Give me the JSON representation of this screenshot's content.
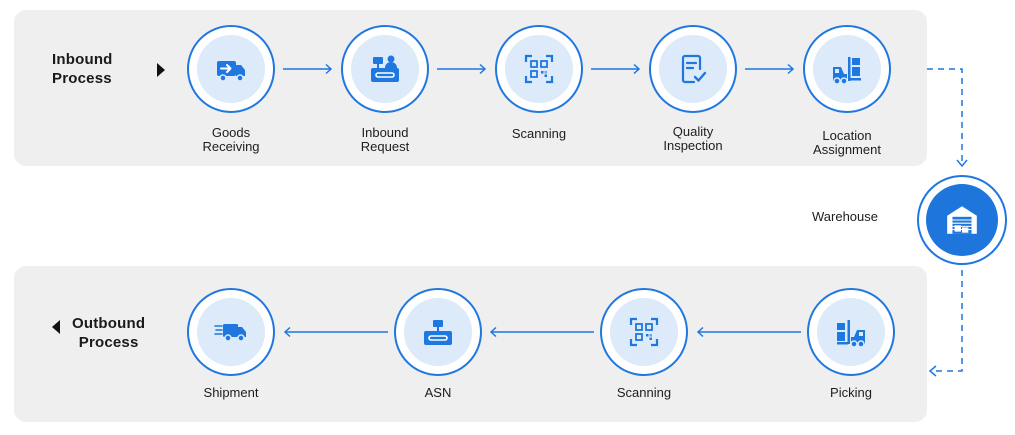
{
  "inbound": {
    "title_line1": "Inbound",
    "title_line2": "Process",
    "steps": [
      {
        "icon": "truck-arrow-icon",
        "label1": "Goods",
        "label2": "Receiving"
      },
      {
        "icon": "desk-clerk-icon",
        "label1": "Inbound",
        "label2": "Request"
      },
      {
        "icon": "qr-scan-icon",
        "label1": "Scanning",
        "label2": ""
      },
      {
        "icon": "checklist-icon",
        "label1": "Quality",
        "label2": "Inspection"
      },
      {
        "icon": "forklift-icon",
        "label1": "Location",
        "label2": "Assignment"
      }
    ]
  },
  "warehouse": {
    "label": "Warehouse",
    "icon": "warehouse-icon"
  },
  "outbound": {
    "title_line1": "Outbound",
    "title_line2": "Process",
    "steps": [
      {
        "icon": "delivery-truck-icon",
        "label1": "Shipment",
        "label2": ""
      },
      {
        "icon": "desk-terminal-icon",
        "label1": "ASN",
        "label2": ""
      },
      {
        "icon": "qr-scan-icon",
        "label1": "Scanning",
        "label2": ""
      },
      {
        "icon": "forklift-icon",
        "label1": "Picking",
        "label2": ""
      }
    ]
  },
  "colors": {
    "accent": "#1f77e0",
    "circle_fill": "#dceaf9",
    "panel": "#efefef"
  }
}
